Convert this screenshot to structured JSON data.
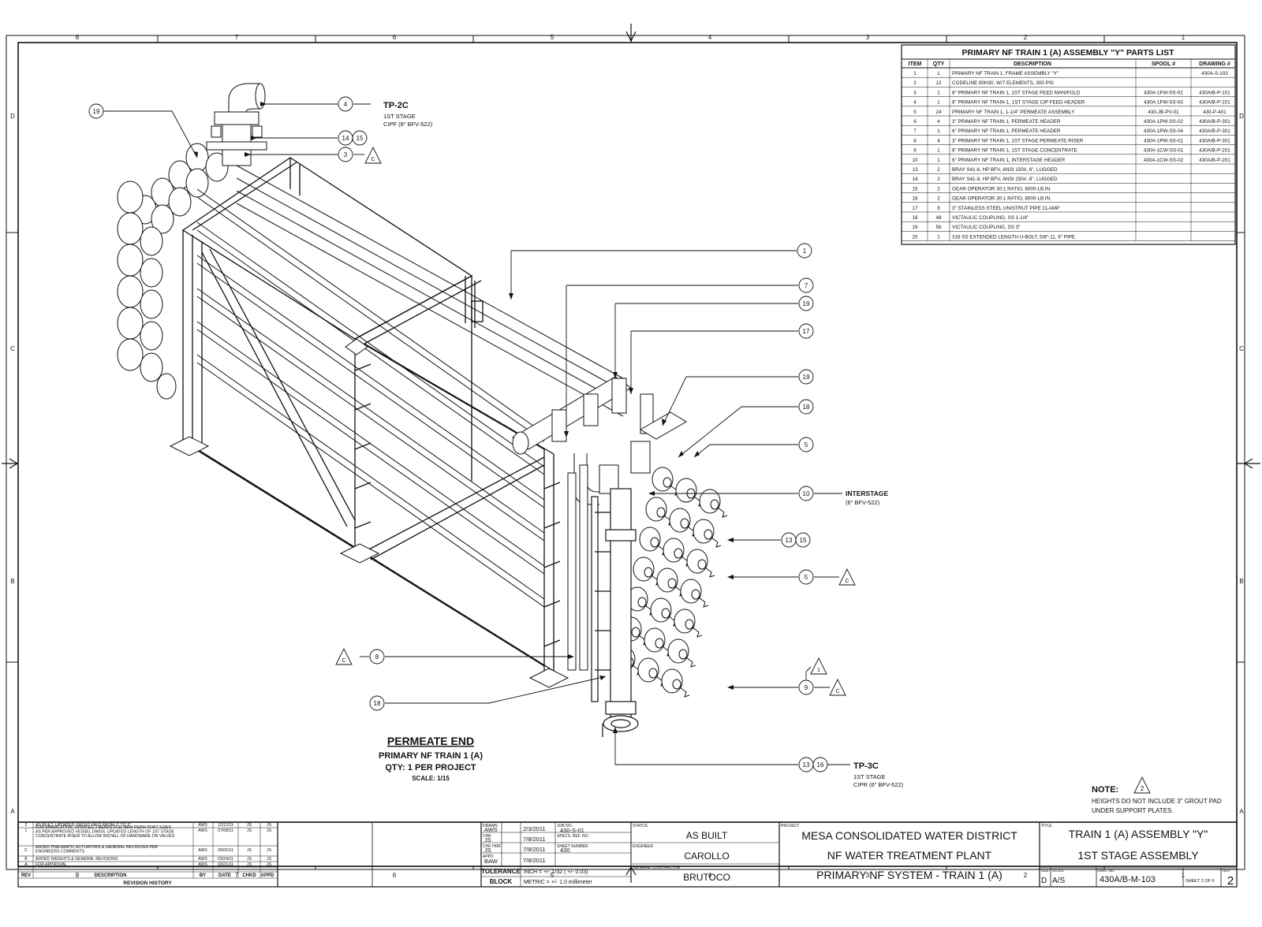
{
  "zones": {
    "top": [
      "8",
      "7",
      "6",
      "5",
      "4",
      "3",
      "2",
      "1"
    ],
    "bottom": [
      "8",
      "7",
      "6",
      "5",
      "4",
      "3",
      "2",
      "1"
    ],
    "left": [
      "D",
      "C",
      "B",
      "A"
    ],
    "right": [
      "D",
      "C",
      "B",
      "A"
    ]
  },
  "parts_list": {
    "title": "PRIMARY NF TRAIN 1 (A) ASSEMBLY \"Y\" PARTS LIST",
    "headers": [
      "ITEM",
      "QTY",
      "DESCRIPTION",
      "SPOOL #",
      "DRAWING #"
    ],
    "rows": [
      [
        "1",
        "1",
        "PRIMARY NF TRAIN 1, FRAME ASSEMBLY \"Y\"",
        "",
        "430A-S-103"
      ],
      [
        "2",
        "12",
        "CODELINE 80H30, W/7 ELEMENTS, 300 PSI",
        "",
        ""
      ],
      [
        "3",
        "1",
        "8\" PRIMARY NF TRAIN 1, 1ST STAGE FEED MANIFOLD",
        "430A-1FW-SS-02",
        "430A/B-P-101"
      ],
      [
        "4",
        "1",
        "8\" PRIMARY NF TRAIN-1, 1ST STAGE CIP FEED HEADER",
        "430A-1FW-SS-03",
        "430A/B-P-101"
      ],
      [
        "5",
        "24",
        "PRIMARY NF TRAIN 1, 1-1/4\" PERMEATE ASSEMBLY",
        "430-JB-PV-01",
        "430-P-401"
      ],
      [
        "6",
        "4",
        "3\" PRIMARY NF TRAIN 1, PERMEATE HEADER",
        "430A-1PW-SS-02",
        "430A/B-P-301"
      ],
      [
        "7",
        "1",
        "6\" PRIMARY NF TRAIN 1, PERMEATE HEADER",
        "430A-1PW-SS-04",
        "430A/B-P-301"
      ],
      [
        "8",
        "4",
        "3\" PRIMARY NF TRAIN 1, 1ST STAGE PERMEATE RISER",
        "430A-1PW-SS-01",
        "430A/B-P-301"
      ],
      [
        "9",
        "1",
        "6\" PRIMARY NF TRAIN 1, 1ST STAGE CONCENTRATE",
        "430A-1CW-SS-01",
        "430A/B-P-201"
      ],
      [
        "10",
        "1",
        "6\" PRIMARY NF TRAIN 1, INTERSTAGE HEADER",
        "430A-1CW-SS-02",
        "430A/B-P-201"
      ],
      [
        "13",
        "2",
        "BRAY S41-6, HP BFV, ANSI 150#, 6\", LUGGED",
        "",
        ""
      ],
      [
        "14",
        "2",
        "BRAY S41-8, HP BFV, ANSI 150#, 8\", LUGGED",
        "",
        ""
      ],
      [
        "15",
        "2",
        "GEAR OPERATOR 30:1 RATIO, 8000-LB.IN.",
        "",
        ""
      ],
      [
        "16",
        "2",
        "GEAR OPERATOR 30:1 RATIO, 8000-LB.IN.",
        "",
        ""
      ],
      [
        "17",
        "8",
        "3\" STAINLESS STEEL UNISTRUT PIPE CLAMP",
        "",
        ""
      ],
      [
        "18",
        "48",
        "VICTAULIC COUPLING, SS 1-1/4\"",
        "",
        ""
      ],
      [
        "19",
        "56",
        "VICTAULIC COUPLING, SS 3\"",
        "",
        ""
      ],
      [
        "20",
        "1",
        "316 SS  EXTENDED LENGTH U-BOLT, 5/8\"-11, 6\" PIPE",
        "",
        ""
      ]
    ]
  },
  "callouts": {
    "tp2c": {
      "bubble": "4",
      "title": "TP-2C",
      "line1": "1ST STAGE",
      "line2": "CIPF (8\" BFV-522)"
    },
    "c19_top": "19",
    "c14": "14",
    "c15_top": "15",
    "c3": "3",
    "c3_delta": "C",
    "c1": "1",
    "c7": "7",
    "c19a": "19",
    "c17": "17",
    "c19b": "19",
    "c18_right": "18",
    "c5a": "5",
    "interstage": {
      "bubble": "10",
      "title": "INTERSTAGE",
      "line1": "(6\" BFV-522)"
    },
    "c13_mid": "13",
    "c15_mid": "15",
    "c5b": "5",
    "c5b_delta": "C",
    "c1_delta": "1",
    "c9": "9",
    "c9_delta": "C",
    "c8_delta": "C",
    "c8": "8",
    "c18_left": "18",
    "tp3c": {
      "b13": "13",
      "b16": "16",
      "title": "TP-3C",
      "line1": "1ST STAGE",
      "line2": "CIPR (6\" BFV-522)"
    }
  },
  "view_label": {
    "title": "PERMEATE END",
    "line1": "PRIMARY NF TRAIN 1 (A)",
    "line2": "QTY: 1 PER PROJECT",
    "line3": "SCALE: 1/15"
  },
  "note": {
    "label": "NOTE:",
    "delta": "2",
    "line1": "HEIGHTS DO NOT INCLUDE 3\" GROUT PAD",
    "line2": "UNDER SUPPORT PLATES."
  },
  "revision_history": {
    "rows": [
      [
        "2",
        "AS BUILT, UPDATED GROUT INFO FROM 1\" TO 3\"",
        "AWS",
        "12/12/11",
        "JS",
        "JS"
      ],
      [
        "1",
        "FOR FABRICATION, UPDATED J-BENDS FOR NEW PERM PORT SIZES AS PER APPROVED VESSEL DWGS. UPDATED LENGTH OF 1ST STAGE CONCENTRATE RISER TO ALLOW INSTALL OF HARDWARE ON VALVES",
        "AWS",
        "07/08/11",
        "JS",
        "JS"
      ],
      [
        "C",
        "ADDED PNEUMATIC ACTUATORS & GENERAL REVISIONS PER ENGINEERS COMMENTS",
        "AWS",
        "05/05/11",
        "JS",
        "JS"
      ],
      [
        "B",
        "ADDED WEIGHTS & GENERAL REVISIONS",
        "AWS",
        "03/24/11",
        "JS",
        "JS"
      ],
      [
        "A",
        "FOR APPROVAL",
        "AWS",
        "03/21/11",
        "JS",
        "JS"
      ]
    ],
    "headers": [
      "REV",
      "DESCRIPTION",
      "BY",
      "DATE",
      "CHKD",
      "APPD"
    ],
    "footer": "REVISION HISTORY"
  },
  "title_block": {
    "drawn_label": "DRAWN",
    "drawn_by": "AWS",
    "drawn_date": "2/3/2011",
    "chk_label": "CHK",
    "chk_by": "JS",
    "chk_date": "7/8/2011",
    "chk2_label": "CHK HDR",
    "chk2_by": "JS",
    "chk2_date": "7/8/2011",
    "appd_label": "APPD",
    "appd_by": "BAW",
    "appd_date": "7/8/2011",
    "job_label": "JOB NO.",
    "job_value": "430-S-01",
    "specs_label": "SPECS. REF. NO.",
    "sheet_no_label": "SHEET NUMBER",
    "sheet_no": "430",
    "tolerance_label": "TOLERANCE",
    "block_label": "BLOCK",
    "inch_tol": "INCH = +/- 1/32 ( +/- 0.03)",
    "metric_tol": "METRIC = +/- 1.0 millimeter",
    "status_label": "STATUS",
    "status": "AS BUILT",
    "engineer_label": "ENGINEER",
    "engineer": "CAROLLO",
    "contractor_label": "GENERAL CONTRACTOR",
    "contractor": "BRUTOCO",
    "project_label": "PROJECT",
    "project_line1": "MESA CONSOLIDATED WATER DISTRICT",
    "project_line2": "NF WATER TREATMENT PLANT",
    "project_line3": "PRIMARY NF SYSTEM - TRAIN 1 (A)",
    "title_label": "TITLE",
    "title_line1": "TRAIN 1 (A) ASSEMBLY \"Y\"",
    "title_line2": "1ST STAGE ASSEMBLY",
    "size_label": "SIZE",
    "size": "D",
    "scale_label": "SCALE",
    "scale": "A/S",
    "dwg_label": "DWG. NO.",
    "dwg_no": "430A/B-M-103",
    "sheet_of": "SHEET 2  OF  6",
    "rev_label": "REV",
    "rev": "2"
  }
}
